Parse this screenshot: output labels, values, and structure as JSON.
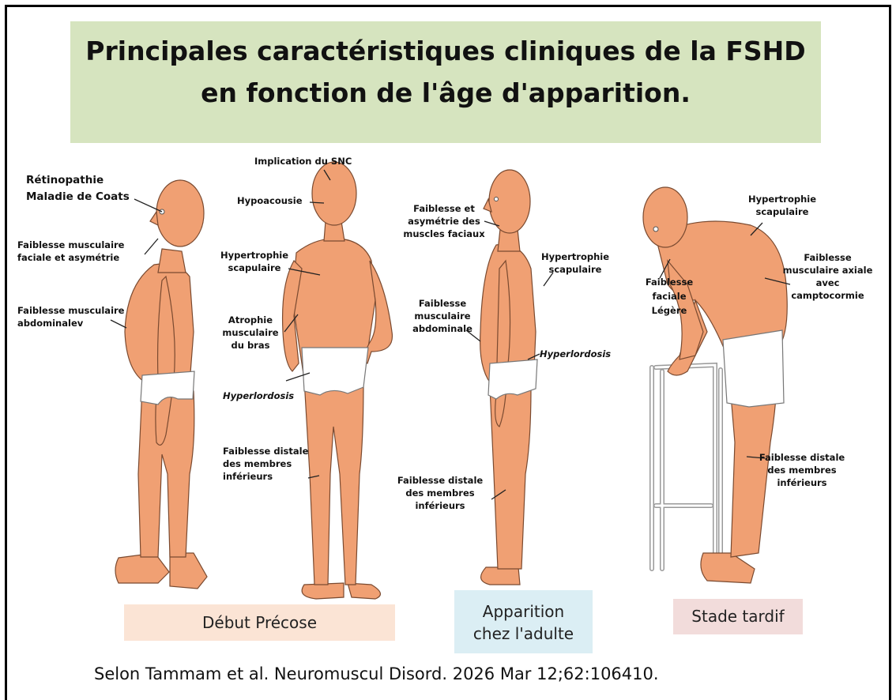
{
  "title": {
    "line1": "Principales caractéristiques cliniques de la FSHD",
    "line2": "en fonction de l'âge d'apparition."
  },
  "labels": {
    "retinopathie": "Rétinopathie",
    "coats": "Maladie de Coats",
    "faiblesse_faciale_1": "Faiblesse musculaire",
    "faiblesse_faciale_2": "faciale  et asymétrie",
    "faiblesse_abdo_1": "Faiblesse musculaire",
    "faiblesse_abdo_2": "abdominalev",
    "snc": "Implication du SNC",
    "hypoacousie": "Hypoacousie",
    "hypertrophie_1_1": "Hypertrophie",
    "hypertrophie_1_2": "scapulaire",
    "atrophie_1": "Atrophie",
    "atrophie_2": "musculaire",
    "atrophie_3": "du bras",
    "hyperlordosis_1": "Hyperlordosis",
    "distale_1_1": "Faiblesse distale",
    "distale_1_2": "des membres",
    "distale_1_3": "inférieurs",
    "asym_1": "Faiblesse et",
    "asym_2": "asymétrie des",
    "asym_3": "muscles faciaux",
    "hypertrophie_2_1": "Hypertrophie",
    "hypertrophie_2_2": "scapulaire",
    "abdo_2_1": "Faiblesse",
    "abdo_2_2": "musculaire",
    "abdo_2_3": "abdominale",
    "hyperlordosis_2": "Hyperlordosis",
    "distale_2_1": "Faiblesse distale",
    "distale_2_2": "des membres",
    "distale_2_3": "inférieurs",
    "hypertrophie_3_1": "Hypertrophie",
    "hypertrophie_3_2": "scapulaire",
    "faciale_3_1": "Faiblesse",
    "faciale_3_2": "faciale",
    "faciale_3_3": "Légère",
    "axiale_1": "Faiblesse",
    "axiale_2": "musculaire axiale",
    "axiale_3": "avec",
    "axiale_4": "camptocormie",
    "distale_3_1": "Faiblesse distale",
    "distale_3_2": "des membres",
    "distale_3_3": "inférieurs"
  },
  "stages": {
    "precoce": "Début Précose",
    "adulte_1": "Apparition",
    "adulte_2": "chez l'adulte",
    "tardif": "Stade tardif"
  },
  "stage_colors": {
    "precoce": "#fbe4d5",
    "adulte": "#dbeef4",
    "tardif": "#f2dcdb"
  },
  "skin_color": "#f0a073",
  "source": "Selon Tammam  et al. Neuromuscul Disord. 2026 Mar 12;62:106410."
}
